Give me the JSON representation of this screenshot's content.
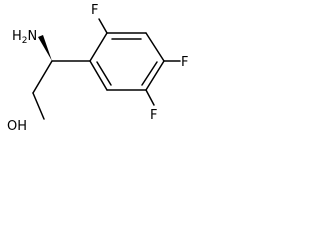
{
  "structure": {
    "labels": {
      "amine": "H2N",
      "amine_subscript": "2",
      "hydroxyl": "OH",
      "fluoro_top": "F",
      "fluoro_right": "F",
      "fluoro_bottom": "F"
    },
    "colors": {
      "ink": "#000000",
      "background": "#ffffff"
    }
  }
}
